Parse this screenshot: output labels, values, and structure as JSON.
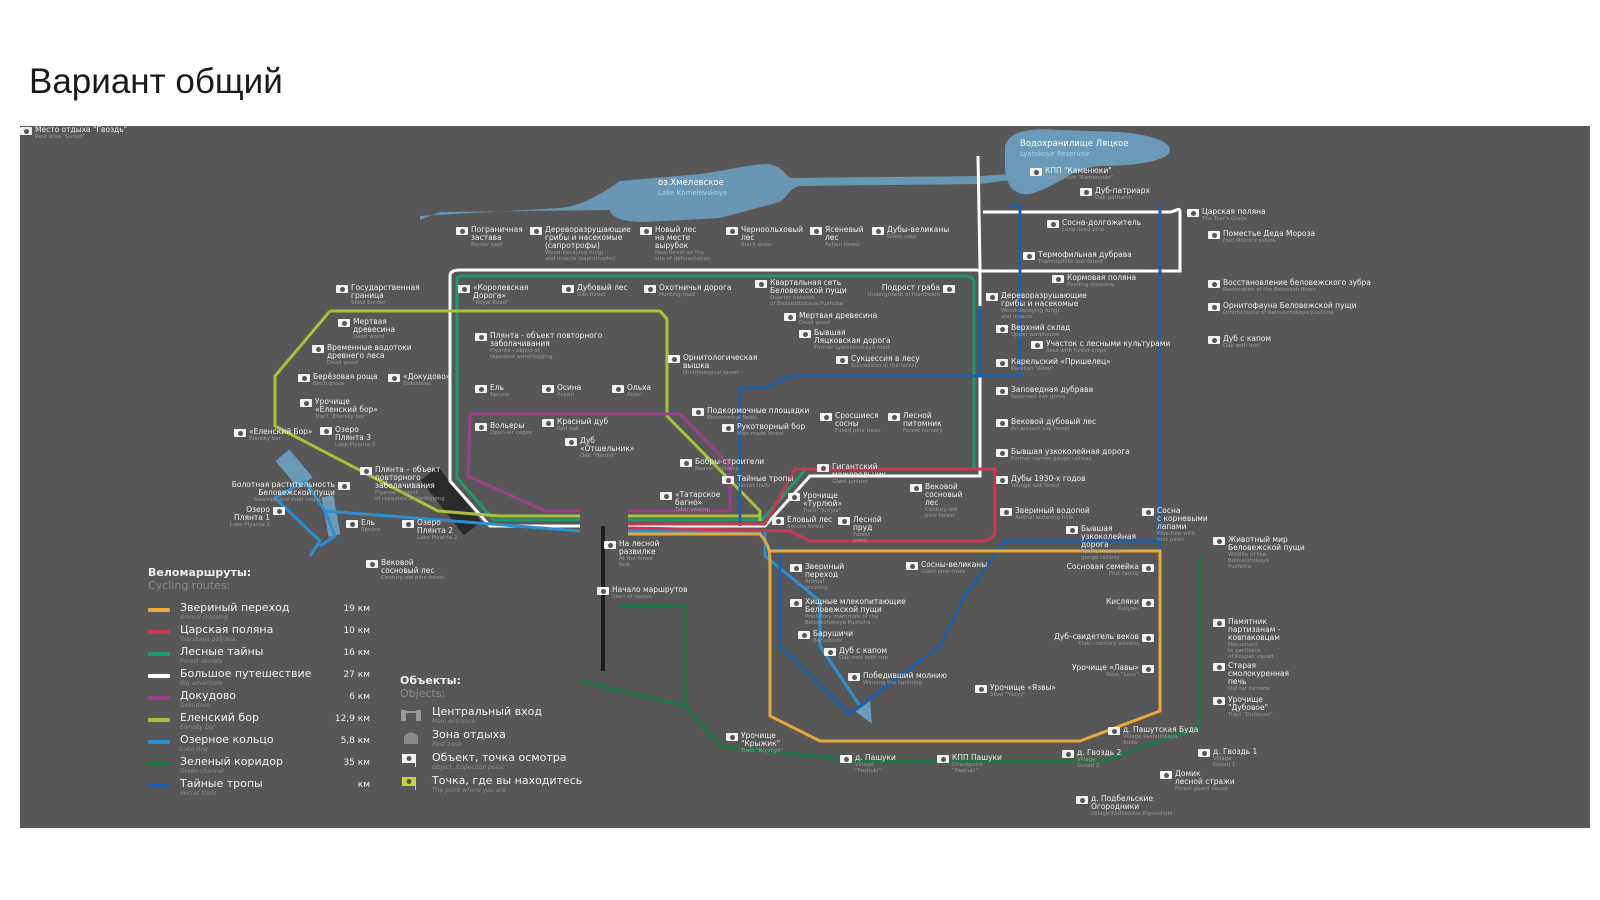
{
  "page": {
    "title": "Вариант общий"
  },
  "colors": {
    "background": "#575757",
    "water": "#6a9ab8",
    "route_animal_crossing": "#e8a93c",
    "route_tsarskaya": "#c8394f",
    "route_forest_secrets": "#1f9a6a",
    "route_big_adventure": "#ffffff",
    "route_dokudovo": "#9b3f86",
    "route_elensky": "#a9c23a",
    "route_lake_ring": "#2d8fd0",
    "route_green_corridor": "#1b7a44",
    "route_secret_trails": "#1f5fa8"
  },
  "water": [
    {
      "ru": "оз.Хмелевское",
      "en": "Lake Khmelevskoye"
    },
    {
      "ru": "Водохранилище Ляцкое",
      "en": "Lyatskoye Reservoir"
    }
  ],
  "legend": {
    "title_ru": "Веломаршруты:",
    "title_en": "Cycling routes:",
    "routes": [
      {
        "ru": "Звериный переход",
        "en": "Animal crossing",
        "length": "19 км",
        "color": "#e8a93c"
      },
      {
        "ru": "Царская поляна",
        "en": "Tsarskaya polyana",
        "length": "10 км",
        "color": "#c8394f"
      },
      {
        "ru": "Лесные тайны",
        "en": "Forest secrets",
        "length": "16 км",
        "color": "#1f9a6a"
      },
      {
        "ru": "Большое путешествие",
        "en": "Big adventure",
        "length": "27 км",
        "color": "#ffffff"
      },
      {
        "ru": "Докудово",
        "en": "Dokudovo",
        "length": "6 км",
        "color": "#9b3f86"
      },
      {
        "ru": "Еленский бор",
        "en": "Elensky bor",
        "length": "12,9 км",
        "color": "#a9c23a"
      },
      {
        "ru": "Озерное кольцо",
        "en": "Lake ring",
        "length": "5,8 км",
        "color": "#2d8fd0"
      },
      {
        "ru": "Зеленый коридор",
        "en": "Green channel",
        "length": "35 км",
        "color": "#1b7a44"
      },
      {
        "ru": "Тайные тропы",
        "en": "Secret trails",
        "length": "км",
        "color": "#1f5fa8"
      }
    ]
  },
  "objects_legend": {
    "title_ru": "Объекты:",
    "title_en": "Objects:",
    "items": [
      {
        "ru": "Центральный вход",
        "en": "Main entrance",
        "icon": "gate-icon"
      },
      {
        "ru": "Зона отдыха",
        "en": "Rest zone",
        "icon": "rest-zone-icon"
      },
      {
        "ru": "Объект, точка осмотра",
        "en": "Object, inspection point",
        "icon": "eye-flag-icon"
      },
      {
        "ru": "Точка, где вы находитесь",
        "en": "The point where you are",
        "icon": "you-are-here-icon"
      }
    ]
  },
  "pois": [
    {
      "ru": "Пограничная\nзастава",
      "en": "Border post"
    },
    {
      "ru": "Дереворазрушающие\nгрибы и насекомые\n(сапротрофы)",
      "en": "Wood-decaying fungi\nand insects (saprotrophs)"
    },
    {
      "ru": "Новый лес\nна месте\nвырубок",
      "en": "New forest on the\nsite of deforestation"
    },
    {
      "ru": "Черноольховый\nлес",
      "en": "Black alder"
    },
    {
      "ru": "Ясеневый\nлес",
      "en": "Ashen forest"
    },
    {
      "ru": "Дубы-великаны",
      "en": "Giant oaks"
    },
    {
      "ru": "Государственная\nграница",
      "en": "State border"
    },
    {
      "ru": "«Королевская\nДорога»",
      "en": "\"Royal Road\""
    },
    {
      "ru": "Дубовый лес",
      "en": "Oak forest"
    },
    {
      "ru": "Охотничья дорога",
      "en": "Hunting road"
    },
    {
      "ru": "Квартальная сеть\nБеловежской пущи",
      "en": "Quarter network\nof Belovezhskaya Pushcha"
    },
    {
      "ru": "Подрост граба",
      "en": "Undergrowth of hornbeam"
    },
    {
      "ru": "Мертвая\nдревесина",
      "en": "Dead wood"
    },
    {
      "ru": "Временные водотоки\nдревнего леса",
      "en": "Dead wood"
    },
    {
      "ru": "Берёзовая роща",
      "en": "Birch grove"
    },
    {
      "ru": "«Докудово»",
      "en": "Dokudovo"
    },
    {
      "ru": "Урочище\n«Еленский бор»",
      "en": "Tract \"Elensky bor\""
    },
    {
      "ru": "Плянта - объект повторного\nзаболачивания",
      "en": "Plyanta - object of\nrepeated waterlogging"
    },
    {
      "ru": "Мертвая древесина",
      "en": "Dead wood"
    },
    {
      "ru": "Бывшая\nЛяцковская дорога",
      "en": "Former Lyatskovskaya road"
    },
    {
      "ru": "Сукцессия в лесу",
      "en": "Succession in the forest"
    },
    {
      "ru": "Орнитологическая\nвышка",
      "en": "Ornithological tower"
    },
    {
      "ru": "Ель",
      "en": "Spruce"
    },
    {
      "ru": "Осина",
      "en": "Aspen"
    },
    {
      "ru": "Ольха",
      "en": "Alder"
    },
    {
      "ru": "Подкормочные площадки",
      "en": "Biotechnical fields"
    },
    {
      "ru": "Рукотворный бор",
      "en": "Man-made forest"
    },
    {
      "ru": "Сросшиеся\nсосны",
      "en": "Fused pine trees"
    },
    {
      "ru": "Лесной\nпитомник",
      "en": "Forest nursery"
    },
    {
      "ru": "Вольеры",
      "en": "Open-air cages"
    },
    {
      "ru": "Красный дуб",
      "en": "Red oak"
    },
    {
      "ru": "Дуб\n«Отшельник»",
      "en": "Oak \"Hermit\""
    },
    {
      "ru": "Бобры-строители",
      "en": "Beaver builders"
    },
    {
      "ru": "Тайные тропы",
      "en": "Secret trails"
    },
    {
      "ru": "«Татарское\nбагно»",
      "en": "Tatar swamp"
    },
    {
      "ru": "«Еленский Бор»",
      "en": "Elensky bor"
    },
    {
      "ru": "Озеро\nПлянта 3",
      "en": "Lake Plyanta 3"
    },
    {
      "ru": "Плянта – объект\nповторного\nзаболачивания",
      "en": "Plyanta - object\nof repeated waterlogging"
    },
    {
      "ru": "Болотная растительность\nБеловежской пущи",
      "en": "Swamps and their vegetation"
    },
    {
      "ru": "Озеро\nПлянта 1",
      "en": "Lake Plyanta 1"
    },
    {
      "ru": "Ель",
      "en": "Spruce"
    },
    {
      "ru": "Озеро\nПлянта 2",
      "en": "Lake Plyanta 2"
    },
    {
      "ru": "Вековой\nсосновый лес",
      "en": "Century-old pine forest"
    },
    {
      "ru": "Гигантский\nможевельник",
      "en": "Giant juniper"
    },
    {
      "ru": "Урочище\n«Турлюй»",
      "en": "Tract \"Turlyui\""
    },
    {
      "ru": "Еловый лес",
      "en": "Spruce forest"
    },
    {
      "ru": "Лесной\nпруд",
      "en": "Forest\npond"
    },
    {
      "ru": "Вековой\nсосновый\nлес",
      "en": "Century-old\npine forest"
    },
    {
      "ru": "На лесной\nразвилке",
      "en": "At the forest\nfork"
    },
    {
      "ru": "Начало маршрутов",
      "en": "Start of routes"
    },
    {
      "ru": "КПП \"Каменюки\"",
      "en": "Checkpoint \"Kamenyuki\""
    },
    {
      "ru": "Дуб-патриарх",
      "en": "Oak patriarch"
    },
    {
      "ru": "Сосна-долгожитель",
      "en": "Long-lived pine"
    },
    {
      "ru": "Термофильная дубрава",
      "en": "Thermophilic oak forest"
    },
    {
      "ru": "Кормовая поляна",
      "en": "Feeding meadow"
    },
    {
      "ru": "Дереворазрушающие\nгрибы и насекомые",
      "en": "Wood-decaying fungi\nand insects"
    },
    {
      "ru": "Верхний склад",
      "en": "Upper warehouse"
    },
    {
      "ru": "Участок с лесными культурами",
      "en": "Area with forest crops"
    },
    {
      "ru": "Карельский «Пришелец»",
      "en": "Karelian \"Alien\""
    },
    {
      "ru": "Заповедная дубрава",
      "en": "Reserved oak grove"
    },
    {
      "ru": "Вековой дубовый лес",
      "en": "An ancient oak forest"
    },
    {
      "ru": "Бывшая узкоколейная дорога",
      "en": "Former narrow gauge railway"
    },
    {
      "ru": "Дубы 1930-х годов",
      "en": "Younge oak forest"
    },
    {
      "ru": "Царская поляна",
      "en": "The Tsar's Glade"
    },
    {
      "ru": "Поместье Деда Мороза",
      "en": "Ded Moroz's estate"
    },
    {
      "ru": "Восстановление беловежского зубра",
      "en": "Restoration of the Belovezh Bison"
    },
    {
      "ru": "Орнитофауна Беловежской пущи",
      "en": "Ornithofauna of Belovezhskaya pushcha"
    },
    {
      "ru": "Дуб с капом",
      "en": "Oak with burl"
    },
    {
      "ru": "Звериный водопой",
      "en": "Animal watering hole"
    },
    {
      "ru": "Бывшая\nузкоколейная\nдорога",
      "en": "Former narrow\ngauge railway"
    },
    {
      "ru": "Сосна\nс корневыми\nлапами",
      "en": "Pine tree with\nroot paws"
    },
    {
      "ru": "Звериный\nпереход",
      "en": "Animal\ncrossing"
    },
    {
      "ru": "Сосны-великаны",
      "en": "Giant pine-trees"
    },
    {
      "ru": "Сосновая семейка",
      "en": "Pine family"
    },
    {
      "ru": "Хищные млекопитающие\nБеловежской пущи",
      "en": "Predatory mammals of the\nBelovezhskaya Pushcha"
    },
    {
      "ru": "Барушичи",
      "en": "Barushichi"
    },
    {
      "ru": "Кисляки",
      "en": "Kislyaki"
    },
    {
      "ru": "Дуб с капом",
      "en": "Oak-tree with cap"
    },
    {
      "ru": "Дуб–свидетель веков",
      "en": "Oak - century witness"
    },
    {
      "ru": "Победивший молнию",
      "en": "Winning the lightning"
    },
    {
      "ru": "Урочище «Лавы»",
      "en": "Stow \"Lavy\""
    },
    {
      "ru": "Урочище «Язвы»",
      "en": "Stow \"Yazvy\""
    },
    {
      "ru": "Животный мир\nБеловежской пущи",
      "en": "Wildlife of the\nBelovezhskaya\nPushcha"
    },
    {
      "ru": "Памятник\nпартизанам -\nковпаковцам",
      "en": "Monument\nto partisans\nof Kovpak squad"
    },
    {
      "ru": "Старая\nсмолокуренная\nпечь",
      "en": "Old tar furnace"
    },
    {
      "ru": "Урочище\n\"Дубовое\"",
      "en": "Tract \"Dubovoe\""
    },
    {
      "ru": "Урочище\n\"Крыжик\"",
      "en": "Tract \"Kryzhyk\""
    },
    {
      "ru": "д. Пашуки",
      "en": "Village\n\"Pashuki\""
    },
    {
      "ru": "КПП Пашуки",
      "en": "Checkpoint\n\"Pashuki\""
    },
    {
      "ru": "д. Пашутская Буда",
      "en": "Village Pashutskaya\nBuda"
    },
    {
      "ru": "д. Гвоздь 2",
      "en": "Village\nGvozd 2"
    },
    {
      "ru": "д. Гвоздь 1",
      "en": "Village\nGvozd 1"
    },
    {
      "ru": "Домик\nлесной стражи",
      "en": "Forest guard house"
    },
    {
      "ru": "д. Подбельские\nОгородники",
      "en": "Village Podbelskie Ogorodniki"
    },
    {
      "ru": "Место отдыха \"Гвоздь\"",
      "en": "Rest area \"Gvozd\""
    }
  ]
}
